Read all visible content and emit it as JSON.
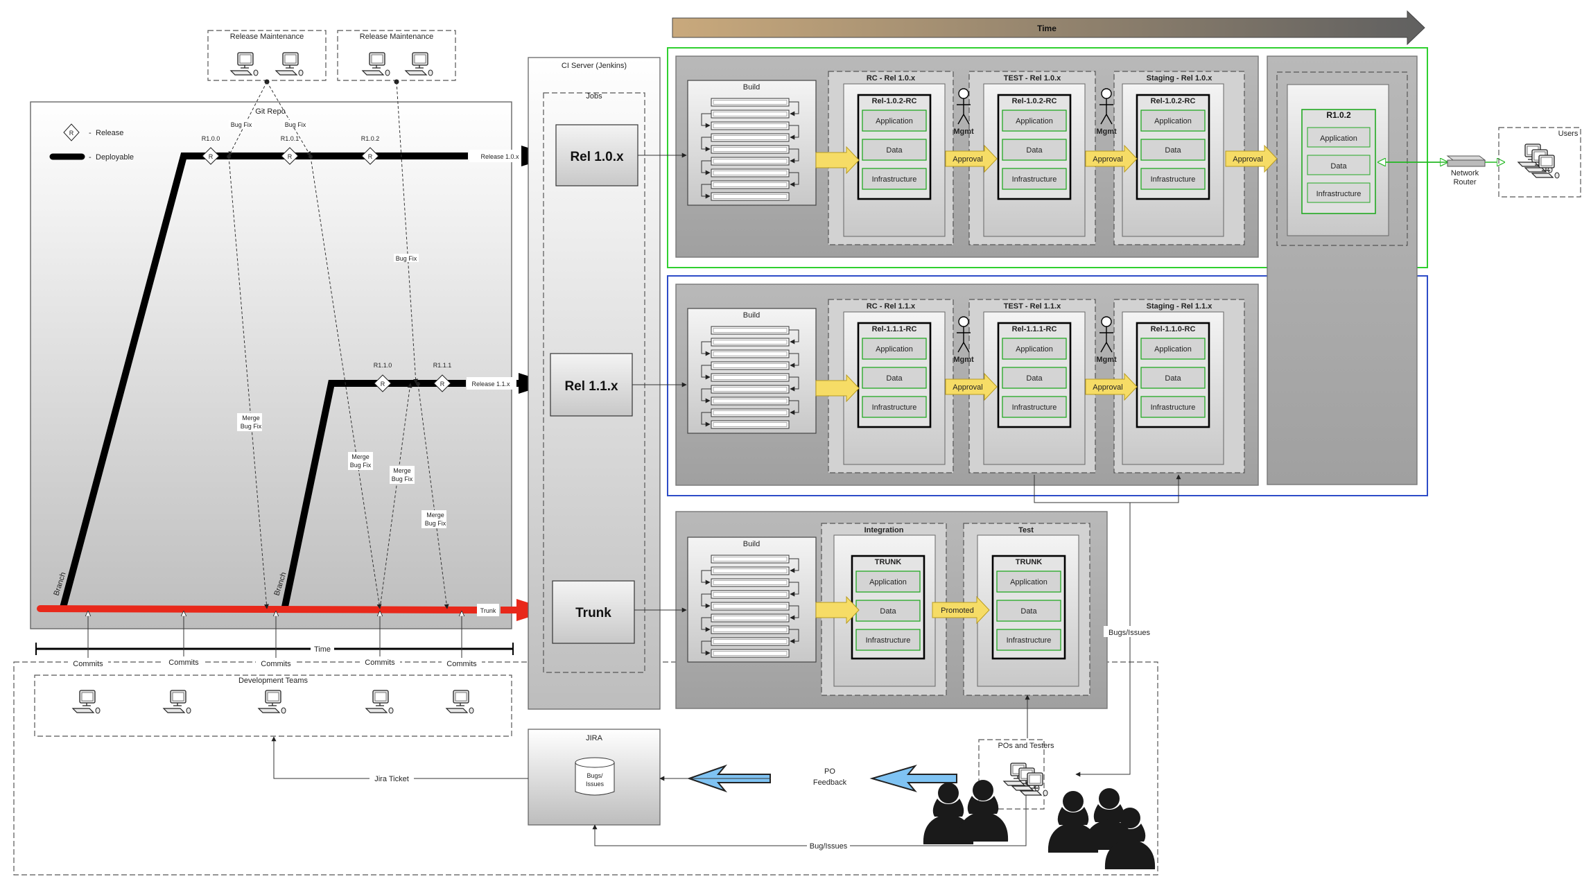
{
  "colors": {
    "trunk": "#e8281a",
    "env_outline_1": "#2fd02f",
    "env_outline_2": "#2d4cc8",
    "approval_arrow": "#f6dc66",
    "feedback_arrow": "#7fc3f3",
    "time_arrow_start": "#c9a97c",
    "time_arrow_end": "#606060"
  },
  "git": {
    "repo_label": "Git Repo",
    "legend": {
      "release": "Release",
      "deployable": "Deployable",
      "release_symbol": "R"
    },
    "release_maintenance": [
      "Release Maintenance",
      "Release Maintenance"
    ],
    "tags_1_0": [
      "R1.0.0",
      "R1.0.1",
      "R1.0.2"
    ],
    "tags_1_1": [
      "R1.1.0",
      "R1.1.1"
    ],
    "branch_1_0": "Release 1.0.x",
    "branch_1_1": "Release 1.1.x",
    "trunk": "Trunk",
    "branch_word": "Branch",
    "bug_fix": "Bug Fix",
    "merge_bug_fix": [
      "Merge",
      "Bug Fix"
    ],
    "time": "Time",
    "commits": "Commits",
    "dev_teams": "Development Teams"
  },
  "ci": {
    "title": "CI Server (Jenkins)",
    "jobs": "Jobs",
    "job_1_0": "Rel 1.0.x",
    "job_1_1": "Rel 1.1.x",
    "job_trunk": "Trunk"
  },
  "pipeline": {
    "time": "Time",
    "build": "Build",
    "app": "Application",
    "data": "Data",
    "infra": "Infrastructure",
    "mgmt": "Mgmt",
    "approval": "Approval",
    "promoted": "Promoted",
    "rel10": {
      "rc": "RC - Rel 1.0.x",
      "test": "TEST - Rel 1.0.x",
      "staging": "Staging - Rel 1.0.x",
      "rc_bundle": "Rel-1.0.2-RC",
      "test_bundle": "Rel-1.0.2-RC",
      "staging_bundle": "Rel-1.0.2-RC"
    },
    "rel11": {
      "rc": "RC - Rel 1.1.x",
      "test": "TEST - Rel 1.1.x",
      "staging": "Staging - Rel 1.1.x",
      "rc_bundle": "Rel-1.1.1-RC",
      "test_bundle": "Rel-1.1.1-RC",
      "staging_bundle": "Rel-1.1.0-RC"
    },
    "trunk": {
      "integration": "Integration",
      "test": "Test",
      "bundle": "TRUNK"
    },
    "prod_bundle": "R1.0.2"
  },
  "prod": {
    "router": [
      "Network",
      "Router"
    ],
    "users": "Users"
  },
  "feedback": {
    "jira": "JIRA",
    "bugs_db": [
      "Bugs/",
      "Issues"
    ],
    "po_feedback": [
      "PO",
      "Feedback"
    ],
    "pos_testers": "POs and Testers",
    "jira_ticket": "Jira Ticket",
    "bug_issues": "Bug/Issues",
    "bugs_issues": "Bugs/Issues"
  }
}
